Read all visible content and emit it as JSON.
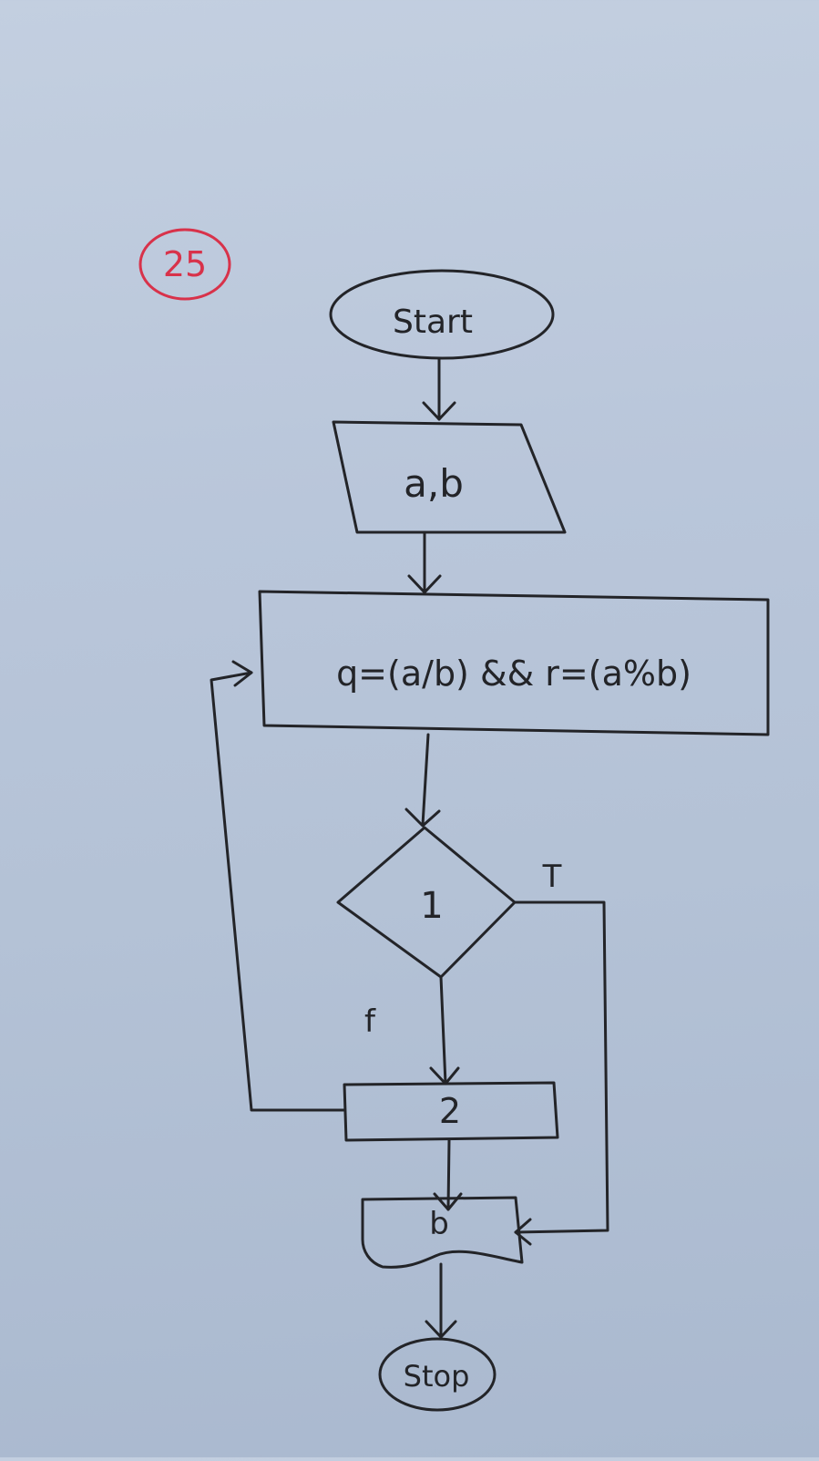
{
  "page_number": "25",
  "colors": {
    "ink": "#232428",
    "red_ink": "#d8324a",
    "paper": "#b9c6da"
  },
  "nodes": {
    "start": "Start",
    "input": "a,b",
    "process": "q=(a/b) && r=(a%b)",
    "decision": "1",
    "step": "2",
    "output": "b",
    "stop": "Stop"
  },
  "branches": {
    "true_label": "T",
    "false_label": "f"
  }
}
